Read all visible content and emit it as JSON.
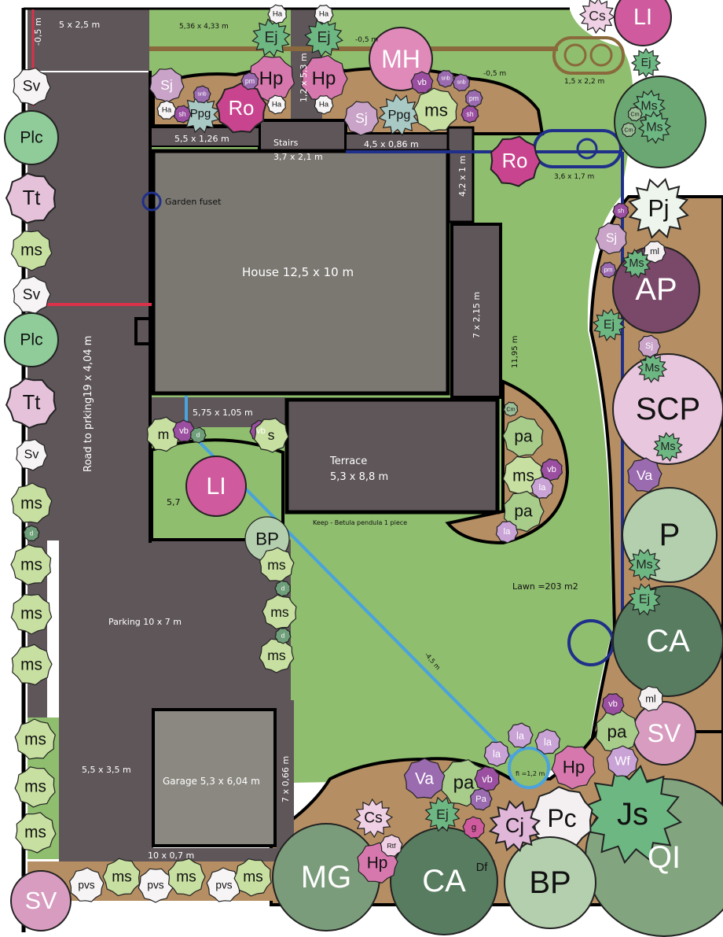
{
  "title": "Garden plan",
  "colors": {
    "lawn": "#8fbe6e",
    "paving": "#5f565a",
    "house": "#7b7872",
    "garage": "#8a8880",
    "bed": "#b58e63",
    "path": "#8a6a3c",
    "water_line": "#1f2f8a",
    "irrigation": "#4aa3dc",
    "boundary": "#000000",
    "marker": "#d9324a"
  },
  "areas": {
    "top_left": "5 x 2,5 m",
    "top_left_level": "-0,5 m",
    "top_lawn": "5,36 x 4,33 m",
    "level_1": "-0,5 m",
    "level_2": "-0,5 m",
    "path_end": "1,5 x 2,2 m",
    "stair_path": "1,2 x 5,3 m",
    "strip_left": "5,5 x 1,26 m",
    "stairs_title": "Stairs",
    "stairs_size": "3,7 x 2,1 m",
    "strip_right": "4,5 x 0,86 m",
    "side_bed": "4,2 x 1 m",
    "oval": "3,6 x 1,7 m",
    "garden_fuset": "Garden fuset",
    "house": "House 12,5 x 10 m",
    "side_path": "7 x 2,15 m",
    "lawn_length": "11,95 m",
    "road": "Road to prking19 x 4,04 m",
    "terrace_strip": "5,75 x 1,05 m",
    "terrace_title": "Terrace",
    "terrace_size": "5,3 x 8,8 m",
    "small_lawn": "5,7",
    "keep_note": "Keep - Betula pendula 1 piece",
    "lawn": "Lawn =203 m2",
    "parking": "Parking 10 x 7 m",
    "diagonal": "-4,5 m",
    "left_block": "5,5 x 3,5 m",
    "garage": "Garage 5,3 x 6,04 m",
    "garage_strip": "7 x 0,66 m",
    "bottom_strip": "10 x 0,7 m",
    "pond": "fi =1,2 m"
  },
  "plants": [
    {
      "label": "MH",
      "color": "#df8ab8",
      "shape": "circle",
      "text": "#fff"
    },
    {
      "label": "LI",
      "color": "#cf5a9d",
      "shape": "circle",
      "text": "#fff"
    },
    {
      "label": "Cs",
      "color": "#efd0e4",
      "shape": "star",
      "text": "#222"
    },
    {
      "label": "",
      "color": "#6aa772",
      "shape": "circle",
      "text": "#222"
    },
    {
      "label": "Ms",
      "color": "#6db783",
      "shape": "star",
      "text": "#222"
    },
    {
      "label": "Ms",
      "color": "#6db783",
      "shape": "star",
      "text": "#222"
    },
    {
      "label": "Pj",
      "color": "#eef5ec",
      "shape": "star",
      "text": "#111"
    },
    {
      "label": "AP",
      "color": "#7a4868",
      "shape": "circle",
      "text": "#fff"
    },
    {
      "label": "SCP",
      "color": "#e8c6dd",
      "shape": "circle",
      "text": "#111"
    },
    {
      "label": "Ms",
      "color": "#6db783",
      "shape": "star",
      "text": "#222"
    },
    {
      "label": "Ms",
      "color": "#6db783",
      "shape": "star",
      "text": "#222"
    },
    {
      "label": "Va",
      "color": "#9b6bb0",
      "shape": "blob",
      "text": "#fff"
    },
    {
      "label": "P",
      "color": "#b4cfae",
      "shape": "circle",
      "text": "#111"
    },
    {
      "label": "Ms",
      "color": "#6db783",
      "shape": "star",
      "text": "#222"
    },
    {
      "label": "CA",
      "color": "#587c60",
      "shape": "circle",
      "text": "#fff"
    },
    {
      "label": "Ej",
      "color": "#6db783",
      "shape": "star",
      "text": "#222"
    },
    {
      "label": "SV",
      "color": "#d89cc0",
      "shape": "circle",
      "text": "#fff"
    },
    {
      "label": "QI",
      "color": "#82a47f",
      "shape": "circle",
      "text": "#fff"
    },
    {
      "label": "Js",
      "color": "#6db783",
      "shape": "star",
      "text": "#111"
    },
    {
      "label": "Pc",
      "color": "#f4f0f2",
      "shape": "blob",
      "text": "#111"
    },
    {
      "label": "BP",
      "color": "#b4cfae",
      "shape": "circle",
      "text": "#111"
    },
    {
      "label": "Df",
      "color": "#efd0e4",
      "shape": "star",
      "text": "#111"
    },
    {
      "label": "Cj",
      "color": "#e0b6d9",
      "shape": "star",
      "text": "#111"
    },
    {
      "label": "CA",
      "color": "#587c60",
      "shape": "circle",
      "text": "#fff"
    },
    {
      "label": "MG",
      "color": "#7b9c7b",
      "shape": "circle",
      "text": "#fff"
    },
    {
      "label": "Hp",
      "color": "#d678ad",
      "shape": "blob",
      "text": "#111"
    },
    {
      "label": "Cs",
      "color": "#efd0e4",
      "shape": "star",
      "text": "#111"
    },
    {
      "label": "Ej",
      "color": "#6db783",
      "shape": "star",
      "text": "#222"
    },
    {
      "label": "pa",
      "color": "#a8cc8a",
      "shape": "blob",
      "text": "#111"
    },
    {
      "label": "Va",
      "color": "#9b6bb0",
      "shape": "blob",
      "text": "#fff"
    },
    {
      "label": "vb",
      "color": "#9b4fa0",
      "shape": "blob",
      "text": "#fff"
    },
    {
      "label": "la",
      "color": "#c9a3d6",
      "shape": "blob",
      "text": "#fff"
    },
    {
      "label": "la",
      "color": "#c9a3d6",
      "shape": "blob",
      "text": "#fff"
    },
    {
      "label": "la",
      "color": "#c9a3d6",
      "shape": "blob",
      "text": "#fff"
    },
    {
      "label": "Hp",
      "color": "#d678ad",
      "shape": "blob",
      "text": "#111"
    },
    {
      "label": "pa",
      "color": "#a8cc8a",
      "shape": "blob",
      "text": "#111"
    },
    {
      "label": "Wf",
      "color": "#c9a3d6",
      "shape": "blob",
      "text": "#fff"
    },
    {
      "label": "ml",
      "color": "#f4f0f2",
      "shape": "blob",
      "text": "#111"
    },
    {
      "label": "vb",
      "color": "#9b4fa0",
      "shape": "blob",
      "text": "#fff"
    },
    {
      "label": "Pa",
      "color": "#9b6bb0",
      "shape": "blob",
      "text": "#fff"
    },
    {
      "label": "g",
      "color": "#cf5a9d",
      "shape": "blob",
      "text": "#111"
    },
    {
      "label": "SV",
      "color": "#d89cc0",
      "shape": "circle",
      "text": "#fff"
    },
    {
      "label": "Sv",
      "color": "#f6f4f4",
      "shape": "blob",
      "text": "#111"
    },
    {
      "label": "Plc",
      "color": "#8fcc9a",
      "shape": "circle",
      "text": "#111"
    },
    {
      "label": "Tt",
      "color": "#e6c2da",
      "shape": "blob",
      "text": "#111"
    },
    {
      "label": "ms",
      "color": "#c7dfa0",
      "shape": "blob",
      "text": "#111"
    },
    {
      "label": "Sv",
      "color": "#f6f4f4",
      "shape": "blob",
      "text": "#111"
    },
    {
      "label": "Plc",
      "color": "#8fcc9a",
      "shape": "circle",
      "text": "#111"
    },
    {
      "label": "Tt",
      "color": "#e6c2da",
      "shape": "blob",
      "text": "#111"
    },
    {
      "label": "Sv",
      "color": "#f6f4f4",
      "shape": "blob",
      "text": "#111"
    },
    {
      "label": "ms",
      "color": "#c7dfa0",
      "shape": "blob",
      "text": "#111"
    },
    {
      "label": "ms",
      "color": "#c7dfa0",
      "shape": "blob",
      "text": "#111"
    },
    {
      "label": "ms",
      "color": "#c7dfa0",
      "shape": "blob",
      "text": "#111"
    },
    {
      "label": "ms",
      "color": "#c7dfa0",
      "shape": "blob",
      "text": "#111"
    },
    {
      "label": "ms",
      "color": "#c7dfa0",
      "shape": "blob",
      "text": "#111"
    },
    {
      "label": "ms",
      "color": "#c7dfa0",
      "shape": "blob",
      "text": "#111"
    },
    {
      "label": "ms",
      "color": "#c7dfa0",
      "shape": "blob",
      "text": "#111"
    },
    {
      "label": "pvs",
      "color": "#f6f4f4",
      "shape": "blob",
      "text": "#111"
    },
    {
      "label": "ms",
      "color": "#c7dfa0",
      "shape": "blob",
      "text": "#111"
    },
    {
      "label": "pvs",
      "color": "#f6f4f4",
      "shape": "blob",
      "text": "#111"
    },
    {
      "label": "ms",
      "color": "#c7dfa0",
      "shape": "blob",
      "text": "#111"
    },
    {
      "label": "pvs",
      "color": "#f6f4f4",
      "shape": "blob",
      "text": "#111"
    },
    {
      "label": "ms",
      "color": "#c7dfa0",
      "shape": "blob",
      "text": "#111"
    },
    {
      "label": "BP",
      "color": "#b4cfae",
      "shape": "circle",
      "text": "#111"
    },
    {
      "label": "ms",
      "color": "#c7dfa0",
      "shape": "blob",
      "text": "#111"
    },
    {
      "label": "ms",
      "color": "#c7dfa0",
      "shape": "blob",
      "text": "#111"
    },
    {
      "label": "ms",
      "color": "#c7dfa0",
      "shape": "blob",
      "text": "#111"
    },
    {
      "label": "m",
      "color": "#c7dfa0",
      "shape": "blob",
      "text": "#111"
    },
    {
      "label": "vb",
      "color": "#9b4fa0",
      "shape": "blob",
      "text": "#fff"
    },
    {
      "label": "vb",
      "color": "#9b4fa0",
      "shape": "blob",
      "text": "#fff"
    },
    {
      "label": "s",
      "color": "#c7dfa0",
      "shape": "blob",
      "text": "#111"
    },
    {
      "label": "LI",
      "color": "#cf5a9d",
      "shape": "circle",
      "text": "#fff"
    },
    {
      "label": "pa",
      "color": "#a8cc8a",
      "shape": "blob",
      "text": "#111"
    },
    {
      "label": "ms",
      "color": "#c7dfa0",
      "shape": "blob",
      "text": "#111"
    },
    {
      "label": "pa",
      "color": "#a8cc8a",
      "shape": "blob",
      "text": "#111"
    },
    {
      "label": "la",
      "color": "#c9a3d6",
      "shape": "blob",
      "text": "#fff"
    },
    {
      "label": "vb",
      "color": "#9b4fa0",
      "shape": "blob",
      "text": "#fff"
    },
    {
      "label": "la",
      "color": "#c9a3d6",
      "shape": "blob",
      "text": "#fff"
    },
    {
      "label": "Ej",
      "color": "#6db783",
      "shape": "star",
      "text": "#222"
    },
    {
      "label": "Ej",
      "color": "#6db783",
      "shape": "star",
      "text": "#222"
    },
    {
      "label": "Hp",
      "color": "#d678ad",
      "shape": "blob",
      "text": "#111"
    },
    {
      "label": "Hp",
      "color": "#d678ad",
      "shape": "blob",
      "text": "#111"
    },
    {
      "label": "Ro",
      "color": "#c9448f",
      "shape": "blob",
      "text": "#fff"
    },
    {
      "label": "Ppg",
      "color": "#a9c9c4",
      "shape": "star",
      "text": "#111"
    },
    {
      "label": "Sj",
      "color": "#c9a3c8",
      "shape": "blob",
      "text": "#fff"
    },
    {
      "label": "Ppg",
      "color": "#a9c9c4",
      "shape": "star",
      "text": "#111"
    },
    {
      "label": "ms",
      "color": "#c7dfa0",
      "shape": "blob",
      "text": "#111"
    },
    {
      "label": "Sj",
      "color": "#c9a3c8",
      "shape": "blob",
      "text": "#fff"
    },
    {
      "label": "Ro",
      "color": "#c9448f",
      "shape": "blob",
      "text": "#fff"
    },
    {
      "label": "vb",
      "color": "#9b4fa0",
      "shape": "blob",
      "text": "#fff"
    },
    {
      "label": "Ha",
      "color": "#f6f4f4",
      "shape": "blob",
      "text": "#111"
    },
    {
      "label": "Ha",
      "color": "#f6f4f4",
      "shape": "blob",
      "text": "#111"
    },
    {
      "label": "snb",
      "color": "#9b6bb0",
      "shape": "blob",
      "text": "#fff"
    },
    {
      "label": "pm",
      "color": "#9b6bb0",
      "shape": "blob",
      "text": "#fff"
    },
    {
      "label": "snb",
      "color": "#9b6bb0",
      "shape": "blob",
      "text": "#fff"
    },
    {
      "label": "sh",
      "color": "#9b4fa0",
      "shape": "blob",
      "text": "#fff"
    },
    {
      "label": "Ej",
      "color": "#6db783",
      "shape": "star",
      "text": "#222"
    },
    {
      "label": "Sj",
      "color": "#c9a3c8",
      "shape": "blob",
      "text": "#fff"
    },
    {
      "label": "ml",
      "color": "#f4f0f2",
      "shape": "blob",
      "text": "#111"
    },
    {
      "label": "Ms",
      "color": "#6db783",
      "shape": "star",
      "text": "#222"
    },
    {
      "label": "Ej",
      "color": "#6db783",
      "shape": "star",
      "text": "#222"
    },
    {
      "label": "sh",
      "color": "#9b4fa0",
      "shape": "blob",
      "text": "#fff"
    },
    {
      "label": "Sj",
      "color": "#c9a3c8",
      "shape": "blob",
      "text": "#fff"
    },
    {
      "label": "Ha",
      "color": "#f6f4f4",
      "shape": "blob",
      "text": "#111"
    },
    {
      "label": "Ha",
      "color": "#f6f4f4",
      "shape": "blob",
      "text": "#111"
    },
    {
      "label": "Ha",
      "color": "#f6f4f4",
      "shape": "blob",
      "text": "#111"
    },
    {
      "label": "pm",
      "color": "#9b6bb0",
      "shape": "blob",
      "text": "#fff"
    },
    {
      "label": "snb",
      "color": "#9b6bb0",
      "shape": "blob",
      "text": "#fff"
    },
    {
      "label": "sh",
      "color": "#9b4fa0",
      "shape": "blob",
      "text": "#fff"
    },
    {
      "label": "d",
      "color": "#6f9f7a",
      "shape": "blob",
      "text": "#fff"
    },
    {
      "label": "d",
      "color": "#6f9f7a",
      "shape": "blob",
      "text": "#fff"
    },
    {
      "label": "d",
      "color": "#6f9f7a",
      "shape": "blob",
      "text": "#fff"
    },
    {
      "label": "d",
      "color": "#6f9f7a",
      "shape": "blob",
      "text": "#fff"
    },
    {
      "label": "Cm",
      "color": "#9dbf98",
      "shape": "blob",
      "text": "#111"
    },
    {
      "label": "Cm",
      "color": "#9dbf98",
      "shape": "blob",
      "text": "#111"
    },
    {
      "label": "Cm",
      "color": "#9dbf98",
      "shape": "blob",
      "text": "#111"
    },
    {
      "label": "pm",
      "color": "#9b6bb0",
      "shape": "blob",
      "text": "#fff"
    },
    {
      "label": "Rtf",
      "color": "#efd0e4",
      "shape": "blob",
      "text": "#111"
    }
  ]
}
